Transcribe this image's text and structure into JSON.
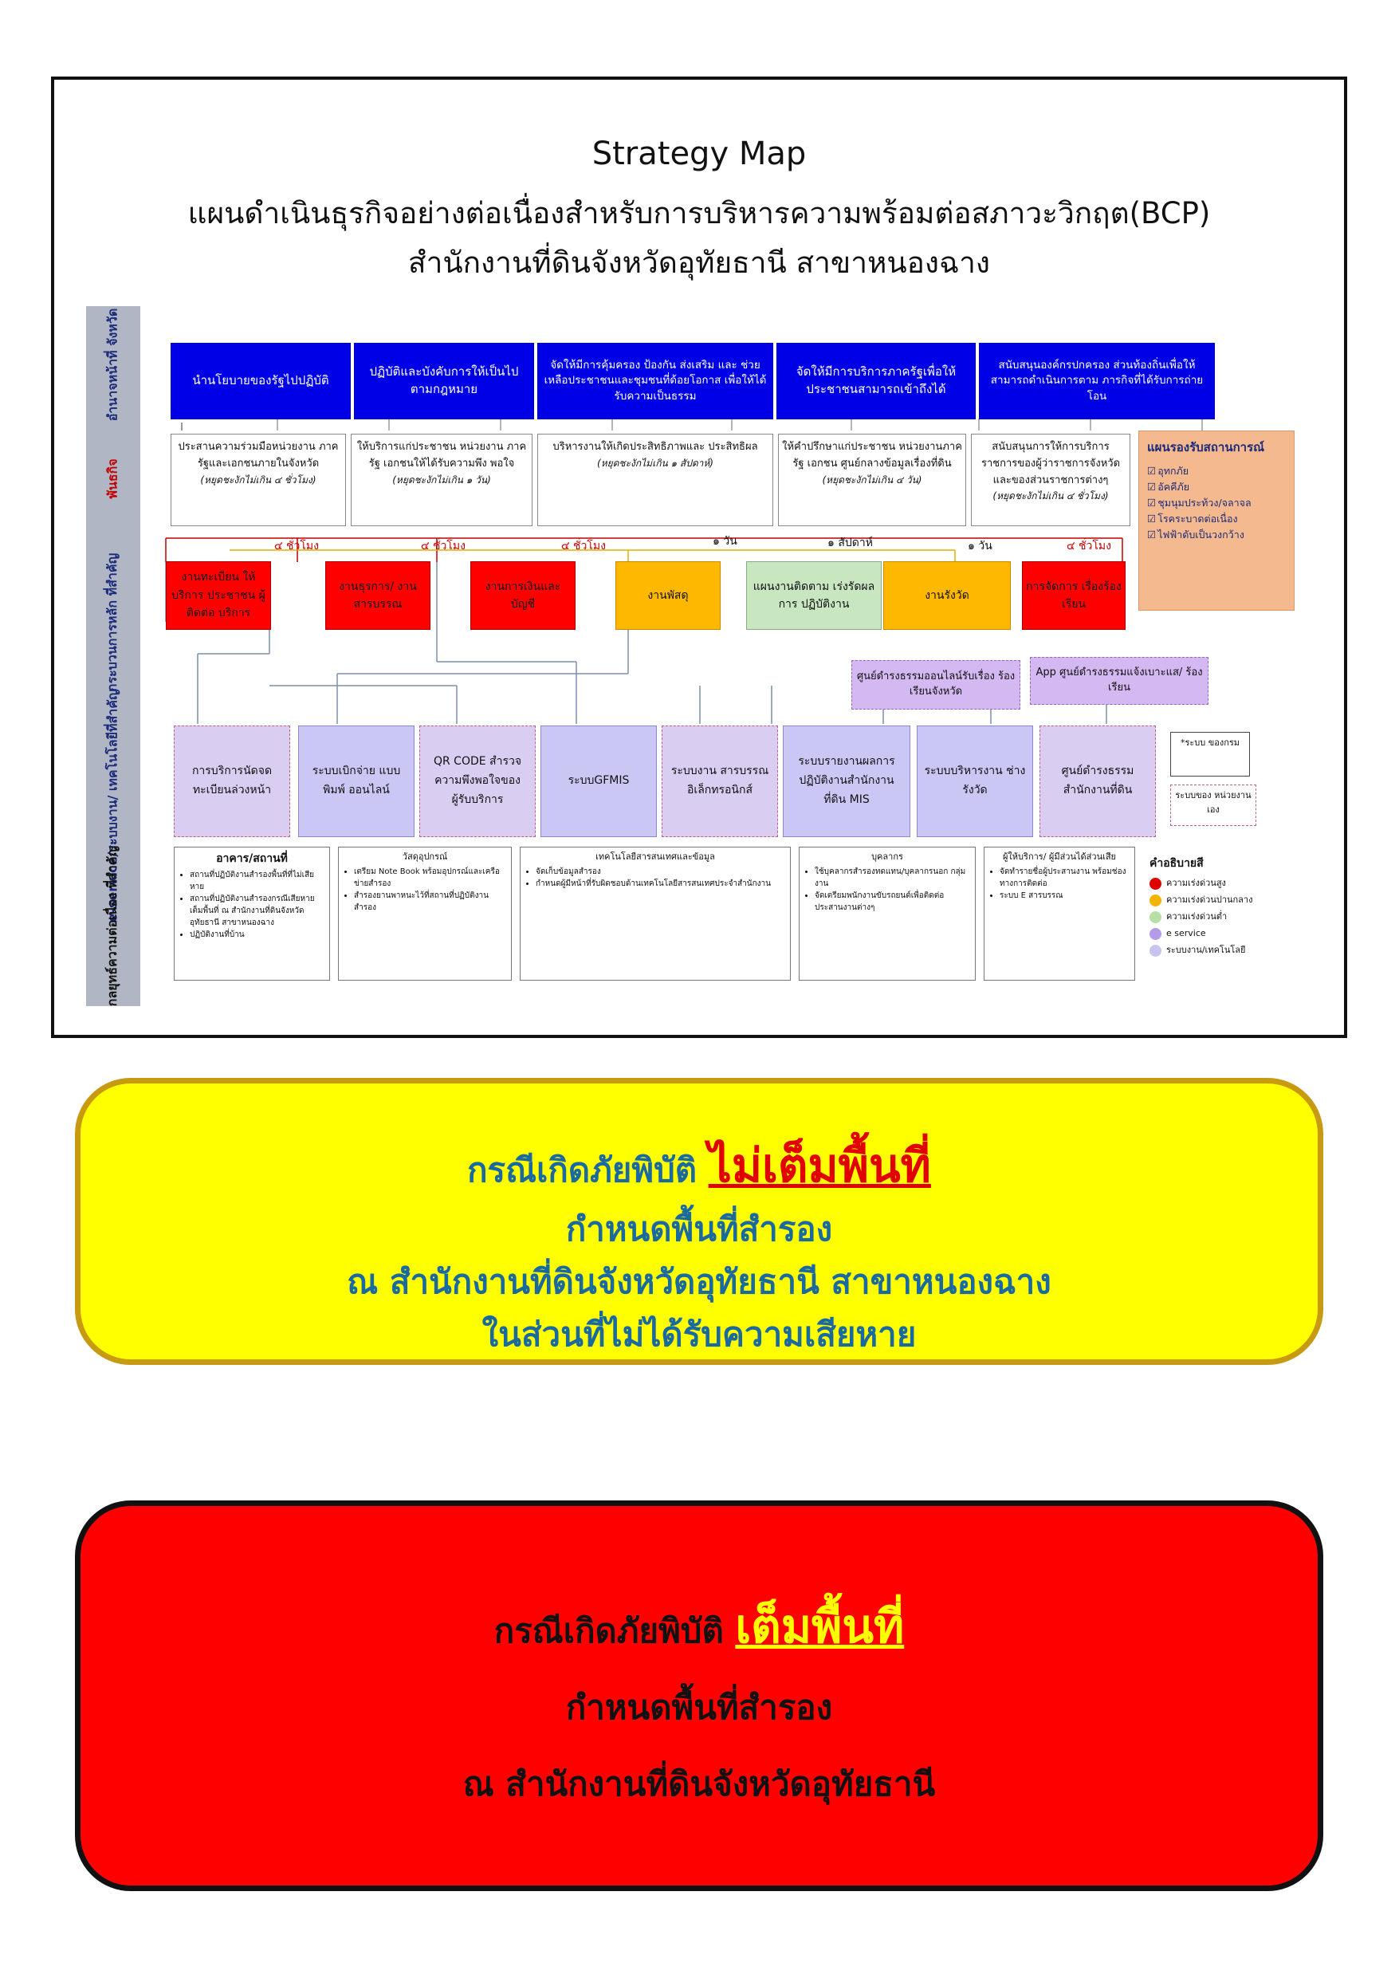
{
  "header": {
    "title_en": "Strategy Map",
    "title_th_1": "แผนดำเนินธุรกิจอย่างต่อเนื่องสำหรับการบริหารความพร้อมต่อสภาวะวิกฤต(BCP)",
    "title_th_2": "สำนักงานที่ดินจังหวัดอุทัยธานี สาขาหนองฉาง"
  },
  "side_labels": [
    "อำนาจหน้าที่ จังหวัด",
    "พันธกิจ",
    "กระบวนการหลัก ที่สำคัญ",
    "e-service/ระบบงาน/ เทคโนโลยีที่สำคัญ",
    "กลยุทธ์ความต่อเนื่อง ที่สำคัญ"
  ],
  "authority": [
    "นำนโยบายของรัฐไปปฏิบัติ",
    "ปฏิบัติและบังคับการให้เป็นไป ตามกฎหมาย",
    "จัดให้มีการคุ้มครอง ป้องกัน ส่งเสริม และ ช่วยเหลือประชาชนและชุมชนที่ด้อยโอกาส เพื่อให้ได้รับความเป็นธรรม",
    "จัดให้มีการบริการภาครัฐเพื่อให้ ประชาชนสามารถเข้าถึงได้",
    "สนับสนุนองค์กรปกครอง ส่วนท้องถิ่นเพื่อให้สามารถดำเนินการตาม ภารกิจที่ได้รับการถ่ายโอน"
  ],
  "missions": [
    {
      "text": "ประสานความร่วมมือหน่วยงาน ภาครัฐและเอกชนภายในจังหวัด",
      "note": "(หยุดชะงักไม่เกิน ๔ ชั่วโมง)"
    },
    {
      "text": "ให้บริการแก่ประชาชน หน่วยงาน ภาครัฐ เอกชนให้ได้รับความพึง พอใจ",
      "note": "(หยุดชะงักไม่เกิน ๑ วัน)"
    },
    {
      "text": "บริหารงานให้เกิดประสิทธิภาพและ ประสิทธิผล",
      "note": "(หยุดชะงักไม่เกิน ๑ สัปดาห์)"
    },
    {
      "text": "ให้คำปรึกษาแก่ประชาชน หน่วยงานภาครัฐ เอกชน ศูนย์กลางข้อมูลเรื่องที่ดิน",
      "note": "(หยุดชะงักไม่เกิน ๔ วัน)"
    },
    {
      "text": "สนับสนุนการให้การบริการ ราชการของผู้ว่าราชการจังหวัด และของส่วนราชการต่างๆ",
      "note": "(หยุดชะงักไม่เกิน ๔ ชั่วโมง)"
    }
  ],
  "plan": {
    "title": "แผนรองรับสถานการณ์",
    "items": [
      "อุทกภัย",
      "อัคคีภัย",
      "ชุมนุมประท้วง/จลาจล",
      "โรคระบาดต่อเนื่อง",
      "ไฟฟ้าดับเป็นวงกว้าง"
    ]
  },
  "durations": [
    "๔ ชั่วโมง",
    "๔ ชั่วโมง",
    "๔ ชั่วโมง",
    "๑ วัน",
    "๑ สัปดาห์",
    "๑ วัน",
    "๔ ชั่วโมง"
  ],
  "processes": [
    {
      "text": "งานทะเบียน ให้บริการ ประชาชน ผู้ติดต่อ บริการ",
      "level": "high"
    },
    {
      "text": "งานธุรการ/ งานสารบรรณ",
      "level": "high"
    },
    {
      "text": "งานการเงินและ บัญชี",
      "level": "high"
    },
    {
      "text": "งานพัสดุ",
      "level": "medium"
    },
    {
      "text": "แผนงานติดตาม เร่งรัดผลการ ปฏิบัติงาน",
      "level": "low"
    },
    {
      "text": "งานรังวัด",
      "level": "medium"
    },
    {
      "text": "การจัดการ เรื่องร้องเรียน",
      "level": "high"
    }
  ],
  "eservice_top": [
    "ศูนย์ดำรงธรรมออนไลน์รับเรื่อง ร้องเรียนจังหวัด",
    "App ศูนย์ดำรงธรรมแจ้งเบาะแส/ ร้องเรียน"
  ],
  "eservices": [
    "การบริการนัดจด ทะเบียนล่วงหน้า",
    "ระบบเบิกจ่าย แบบพิมพ์ ออนไลน์",
    "QR CODE สำรวจ ความพึงพอใจของ ผู้รับบริการ",
    "ระบบGFMIS",
    "ระบบงาน สารบรรณ อิเล็กทรอนิกส์",
    "ระบบรายงานผลการ ปฏิบัติงานสำนักงาน ที่ดิน MIS",
    "ระบบบริหารงาน ช่างรังวัด",
    "ศูนย์ดำรงธรรม สำนักงานที่ดิน"
  ],
  "system_notes": [
    "*ระบบ ของกรม",
    "ระบบของ หน่วยงานเอง"
  ],
  "strategies": [
    {
      "title": "อาคาร/สถานที่",
      "items": [
        "สถานที่ปฏิบัติงานสำรองพื้นที่ที่ไม่เสียหาย",
        "สถานที่ปฏิบัติงานสำรองกรณีเสียหายเต็มพื้นที่ ณ สำนักงานที่ดินจังหวัดอุทัยธานี สาขาหนองฉาง",
        "ปฏิบัติงานที่บ้าน"
      ]
    },
    {
      "title": "วัสดุอุปกรณ์",
      "items": [
        "เตรียม Note Book พร้อมอุปกรณ์และเครือข่ายสำรอง",
        "สำรองยานพาหนะไว้ที่สถานที่ปฏิบัติงานสำรอง"
      ]
    },
    {
      "title": "เทคโนโลยีสารสนเทศและข้อมูล",
      "items": [
        "จัดเก็บข้อมูลสำรอง",
        "กำหนดผู้มีหน้าที่รับผิดชอบด้านเทคโนโลยีสารสนเทศประจำสำนักงาน"
      ]
    },
    {
      "title": "บุคลากร",
      "items": [
        "ใช้บุคลากรสำรองทดแทน/บุคลากรนอก กลุ่มงาน",
        "จัดเตรียมพนักงานขับรถยนต์เพื่อติดต่อประสานงานต่างๆ"
      ]
    },
    {
      "title": "ผู้ให้บริการ/ ผู้มีส่วนได้ส่วนเสีย",
      "items": [
        "จัดทำรายชื่อผู้ประสานงาน พร้อมช่องทางการติดต่อ",
        "ระบบ E สารบรรณ"
      ]
    }
  ],
  "legend": {
    "title": "คำอธิบายสี",
    "items": [
      {
        "label": "ความเร่งด่วนสูง",
        "color": "#e00000"
      },
      {
        "label": "ความเร่งด่วนปานกลาง",
        "color": "#f5b400"
      },
      {
        "label": "ความเร่งด่วนต่ำ",
        "color": "#b7dfa8"
      },
      {
        "label": "e service",
        "color": "#b49ae8"
      },
      {
        "label": "ระบบงาน/เทคโนโลยี",
        "color": "#c8c4f0"
      }
    ]
  },
  "panel_partial": {
    "lead": "กรณีเกิดภัยพิบัติ",
    "highlight": "ไม่เต็มพื้นที่",
    "line2": "กำหนดพื้นที่สำรอง",
    "line3": "ณ สำนักงานที่ดินจังหวัดอุทัยธานี สาขาหนองฉาง",
    "line4": "ในส่วนที่ไม่ได้รับความเสียหาย",
    "bg": "#ffff00",
    "border": "#c79a12"
  },
  "panel_full": {
    "lead": "กรณีเกิดภัยพิบัติ",
    "highlight": "เต็มพื้นที่",
    "line2": "กำหนดพื้นที่สำรอง",
    "line3": "ณ สำนักงานที่ดินจังหวัดอุทัยธานี",
    "bg": "#ff0000",
    "border": "#111111"
  }
}
